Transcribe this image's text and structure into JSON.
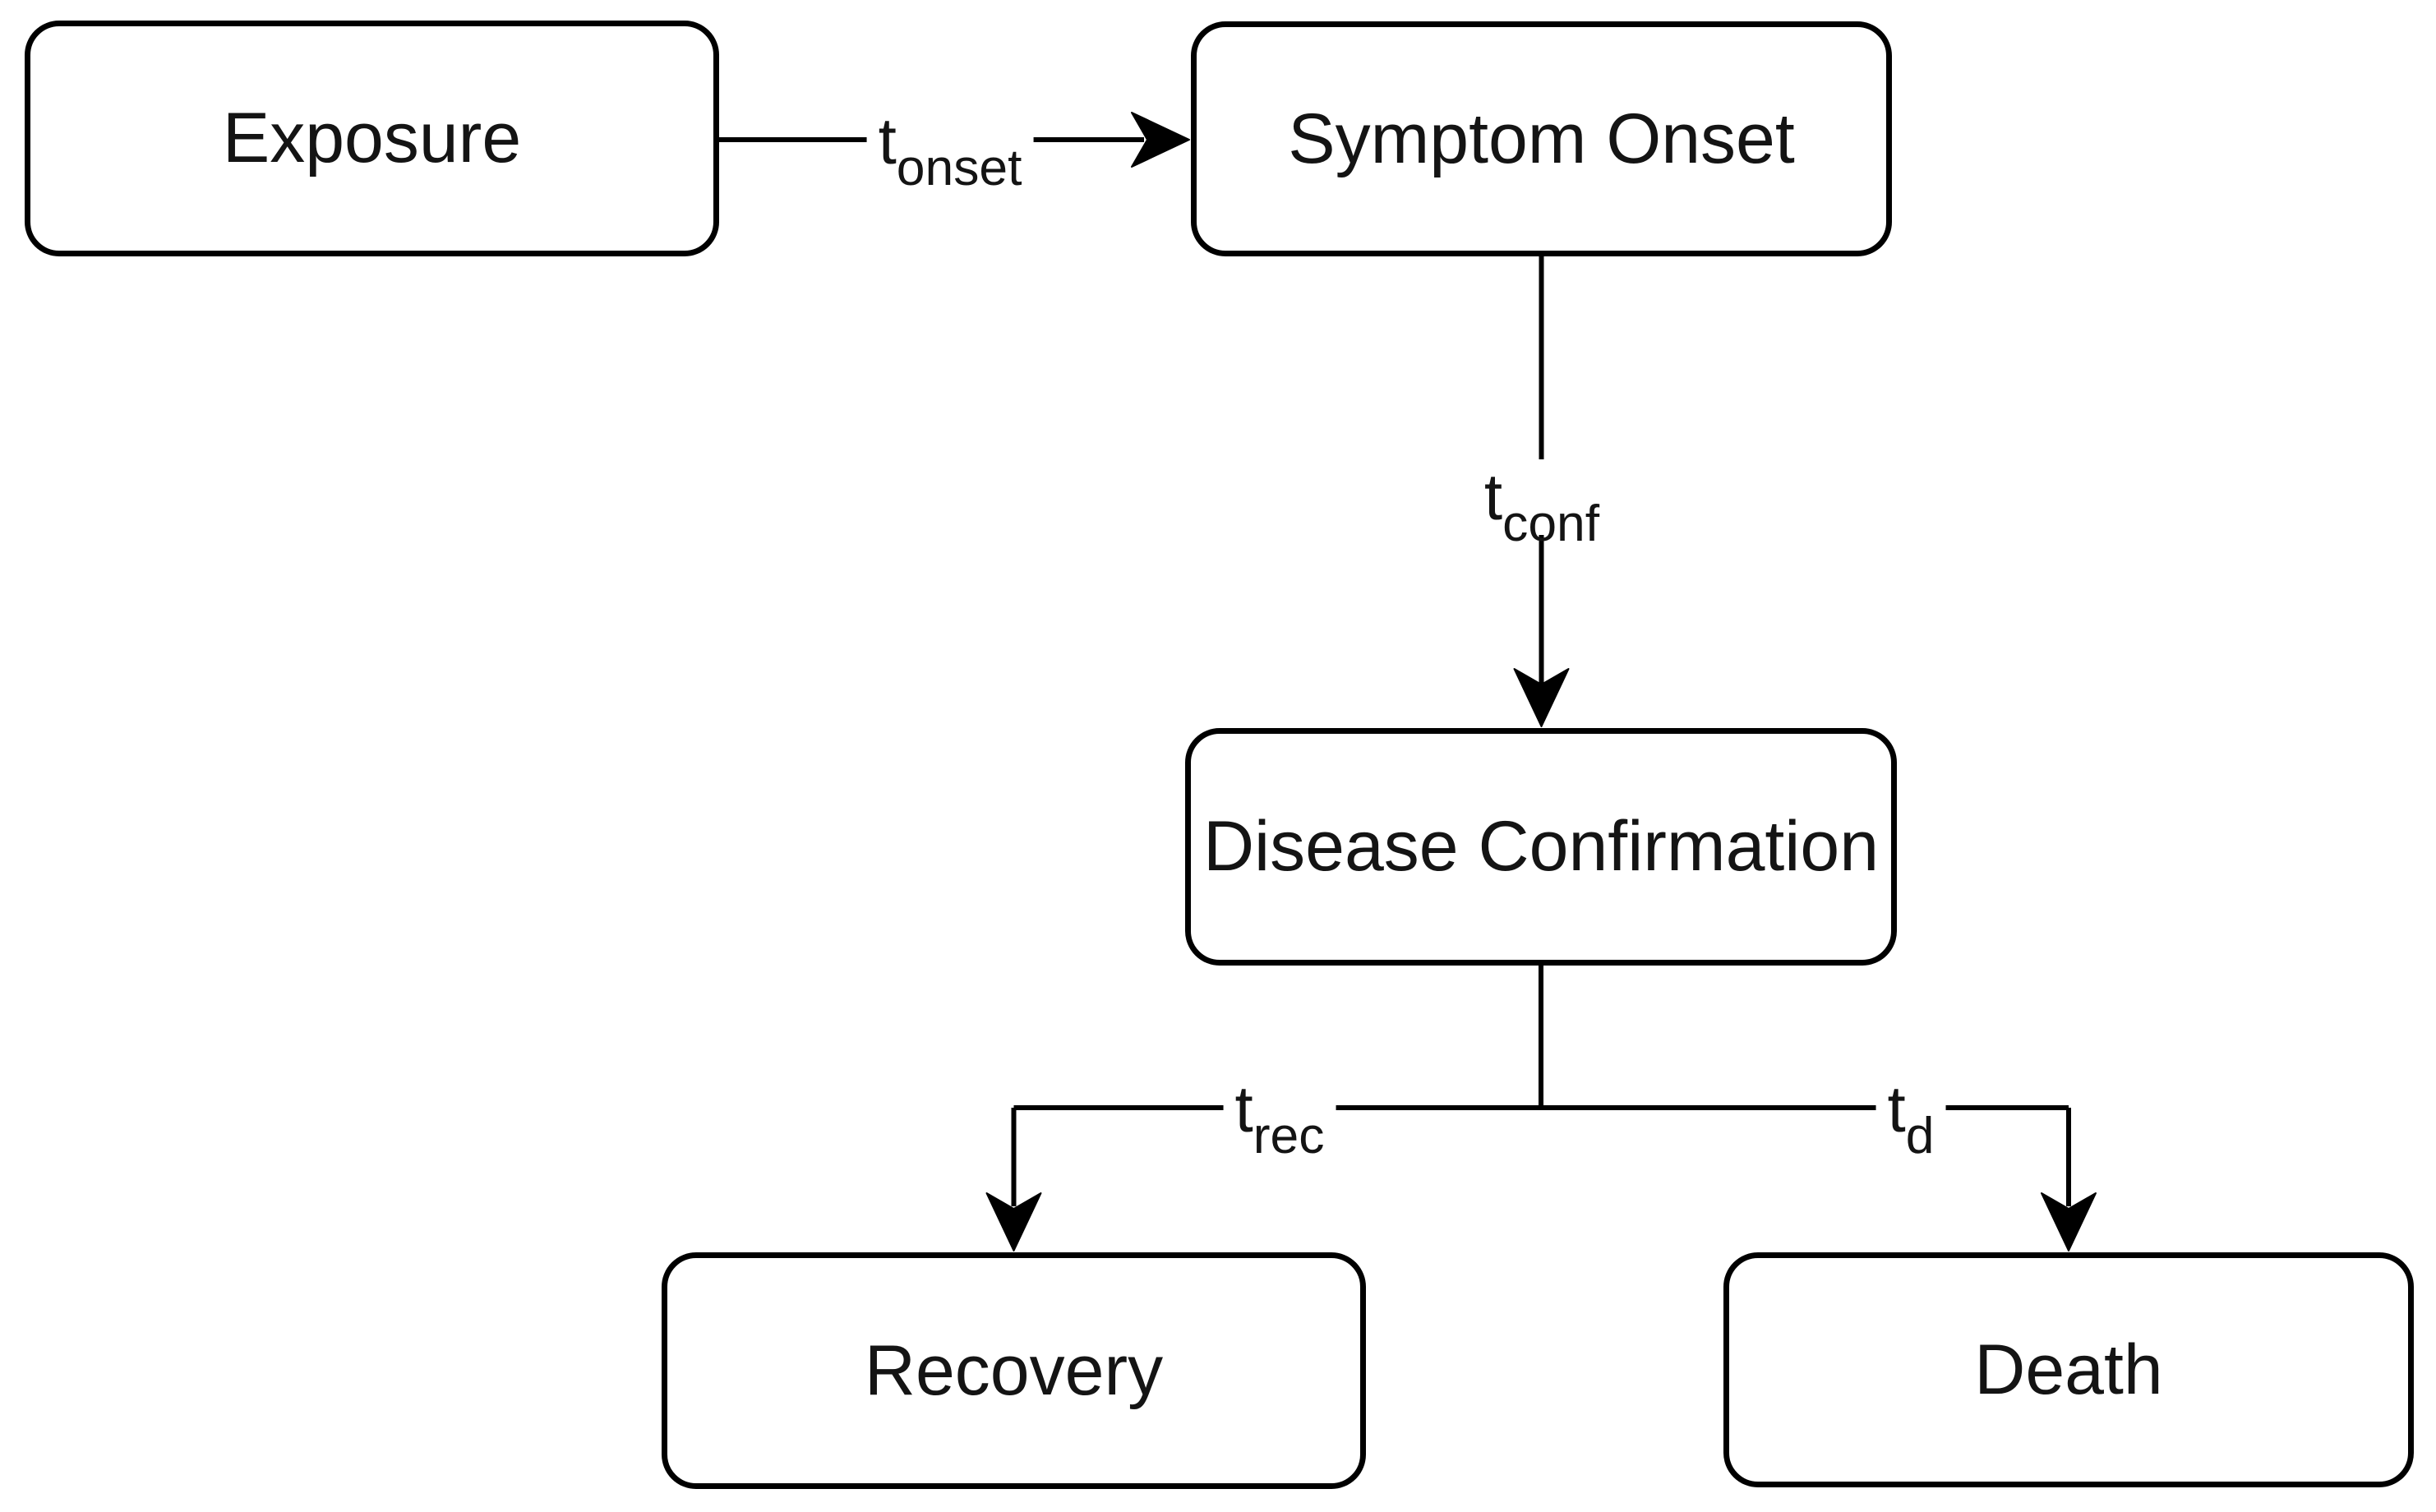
{
  "canvas": {
    "background": "#ffffff",
    "line_color": "#000000",
    "text_color": "#141414"
  },
  "nodes": {
    "exposure": {
      "label": "Exposure"
    },
    "symptom_onset": {
      "label": "Symptom Onset"
    },
    "disease_confirmation": {
      "label": "Disease Confirmation"
    },
    "recovery": {
      "label": "Recovery"
    },
    "death": {
      "label": "Death"
    }
  },
  "edges": {
    "onset": {
      "base": "t",
      "sub": "onset",
      "from": "Exposure",
      "to": "Symptom Onset"
    },
    "conf": {
      "base": "t",
      "sub": "conf",
      "from": "Symptom Onset",
      "to": "Disease Confirmation"
    },
    "rec": {
      "base": "t",
      "sub": "rec",
      "from": "Disease Confirmation",
      "to": "Recovery"
    },
    "d": {
      "base": "t",
      "sub": "d",
      "from": "Disease Confirmation",
      "to": "Death"
    }
  }
}
